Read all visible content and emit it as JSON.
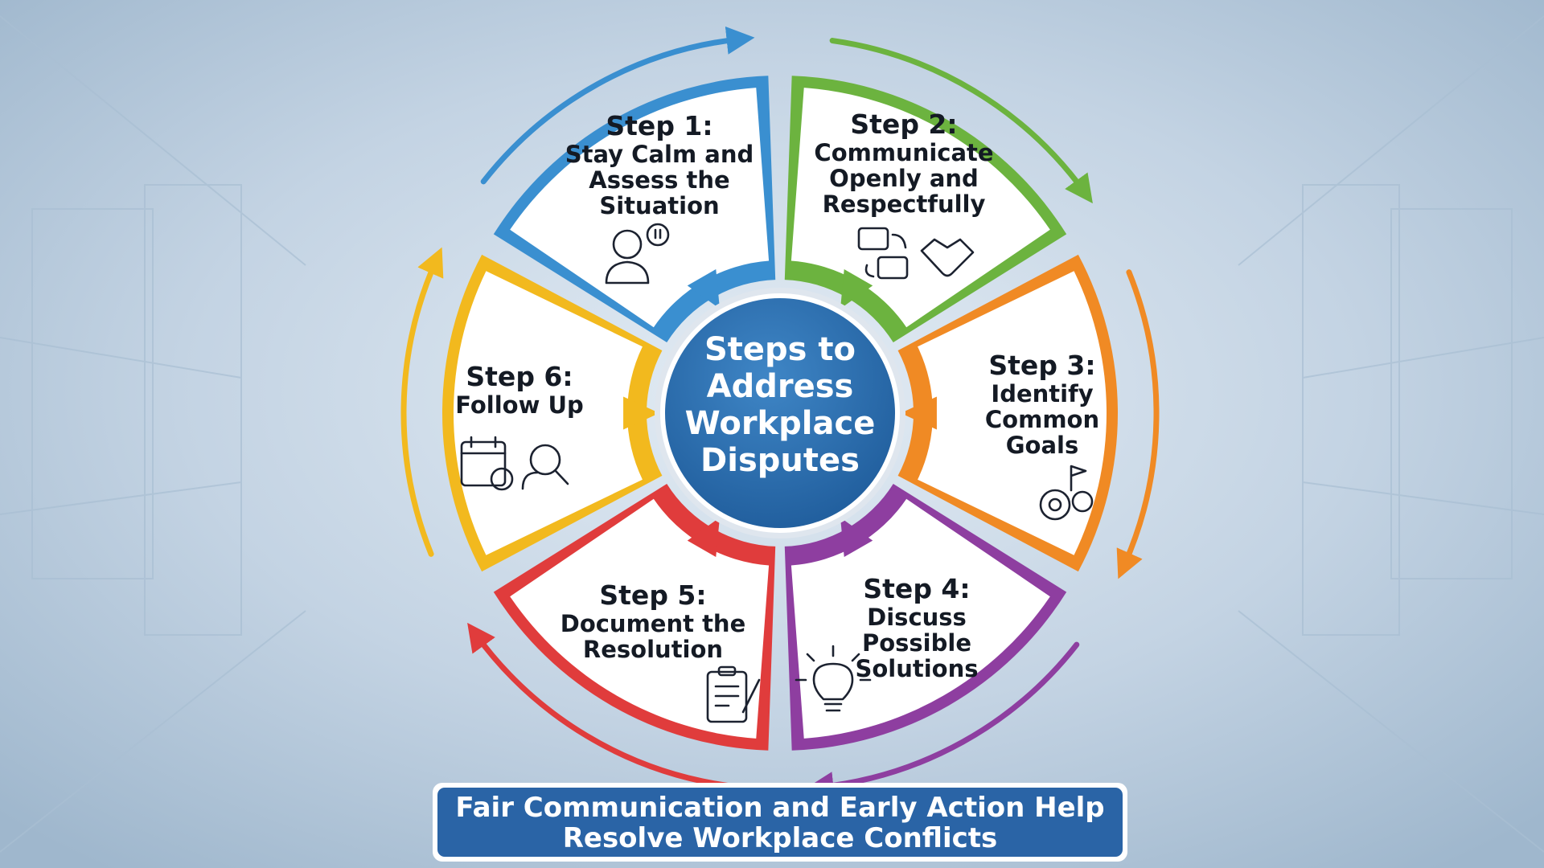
{
  "center": {
    "lines": [
      "Steps to",
      "Address",
      "Workplace",
      "Disputes"
    ],
    "color": "#2a6aa8"
  },
  "steps": [
    {
      "title": "Step 1:",
      "lines": [
        "Stay Calm and",
        "Assess the",
        "Situation"
      ],
      "color": "#3a8fd0",
      "icon": "person-alert-icon"
    },
    {
      "title": "Step 2:",
      "lines": [
        "Communicate",
        "Openly and",
        "Respectfully"
      ],
      "color": "#6cb33f",
      "icon": "chat-handshake-icon"
    },
    {
      "title": "Step 3:",
      "lines": [
        "Identify",
        "Common",
        "Goals"
      ],
      "color": "#f08a24",
      "icon": "gears-flag-icon"
    },
    {
      "title": "Step 4:",
      "lines": [
        "Discuss",
        "Possible",
        "Solutions"
      ],
      "color": "#8e3ea0",
      "icon": "lightbulb-icon"
    },
    {
      "title": "Step 5:",
      "lines": [
        "Document the",
        "Resolution"
      ],
      "color": "#e03c3c",
      "icon": "clipboard-icon"
    },
    {
      "title": "Step 6:",
      "lines": [
        "Follow Up"
      ],
      "color": "#f2b91e",
      "icon": "calendar-search-icon"
    }
  ],
  "footer": {
    "lines": [
      "Fair Communication and Early Action Help",
      "Resolve Workplace Conflicts"
    ],
    "color": "#2a64a6"
  }
}
